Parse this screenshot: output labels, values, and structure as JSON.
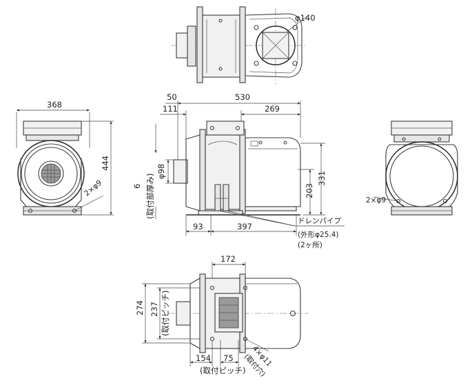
{
  "top_view": {
    "flange_diameter": "φ140"
  },
  "front_view": {
    "width": "368",
    "height": "444",
    "holes": "2×φ9"
  },
  "side_view": {
    "overall_length": "530",
    "flange_offset": "50",
    "flange_thickness": "111",
    "motor_length": "269",
    "inlet_diameter": "φ98",
    "mount_thickness_label": "(取付部厚み)",
    "mount_thickness_value": "6",
    "shaft_height": "203",
    "total_height": "331",
    "base_front": "93",
    "base_length": "397",
    "drain_label": "ドレンパイプ",
    "drain_outer": "(外形φ25.4)",
    "drain_count": "(2ヶ所)"
  },
  "rear_view": {
    "holes": "2×φ9"
  },
  "bottom_view": {
    "pitch_width": "172",
    "overall_width": "274",
    "pitch_depth": "237",
    "pitch_depth_label": "(取付ピッチ)",
    "offset_1": "154",
    "offset_2": "75",
    "pitch_label": "(取付ピッチ)",
    "holes": "4×φ11",
    "holes_label": "(取付穴)"
  },
  "colors": {
    "line": "#3a3a3a",
    "shade": "#e6e6e6",
    "background": "#ffffff"
  }
}
